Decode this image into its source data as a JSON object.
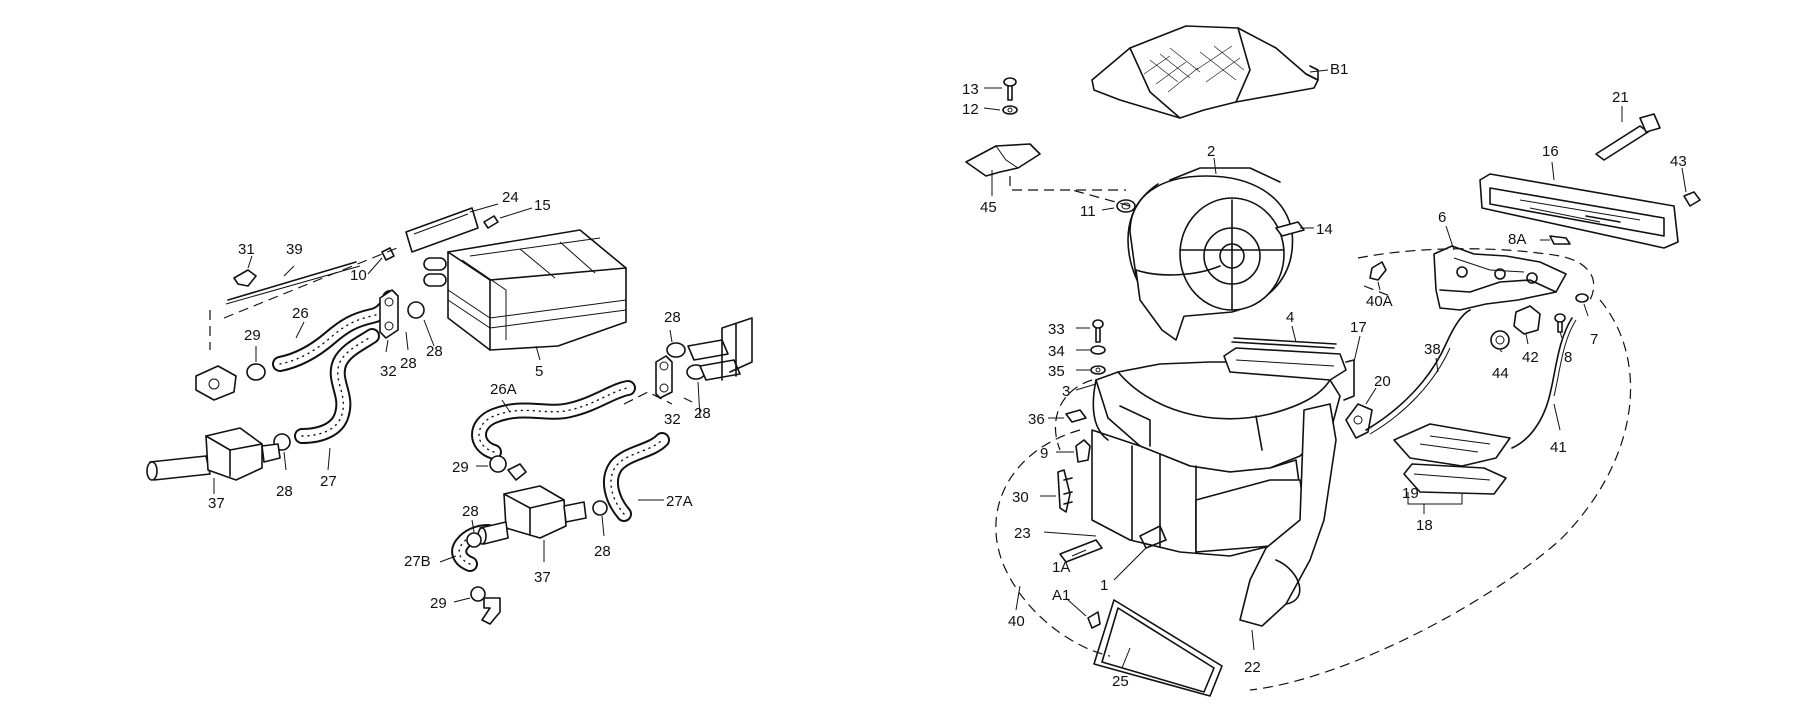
{
  "diagram": {
    "left_assembly": {
      "labels": [
        "31",
        "39",
        "10",
        "24",
        "15",
        "26",
        "29",
        "32",
        "28",
        "28",
        "5",
        "37",
        "28",
        "27",
        "28",
        "26A",
        "32",
        "28",
        "29",
        "27A",
        "28",
        "27B",
        "37",
        "28",
        "29"
      ]
    },
    "right_assembly": {
      "labels": [
        "13",
        "12",
        "B1",
        "45",
        "2",
        "11",
        "14",
        "21",
        "16",
        "43",
        "6",
        "8A",
        "40A",
        "33",
        "34",
        "35",
        "3",
        "4",
        "17",
        "20",
        "38",
        "7",
        "8",
        "44",
        "42",
        "36",
        "9",
        "41",
        "30",
        "19",
        "18",
        "23",
        "1A",
        "1",
        "A1",
        "40",
        "25",
        "22"
      ]
    }
  }
}
